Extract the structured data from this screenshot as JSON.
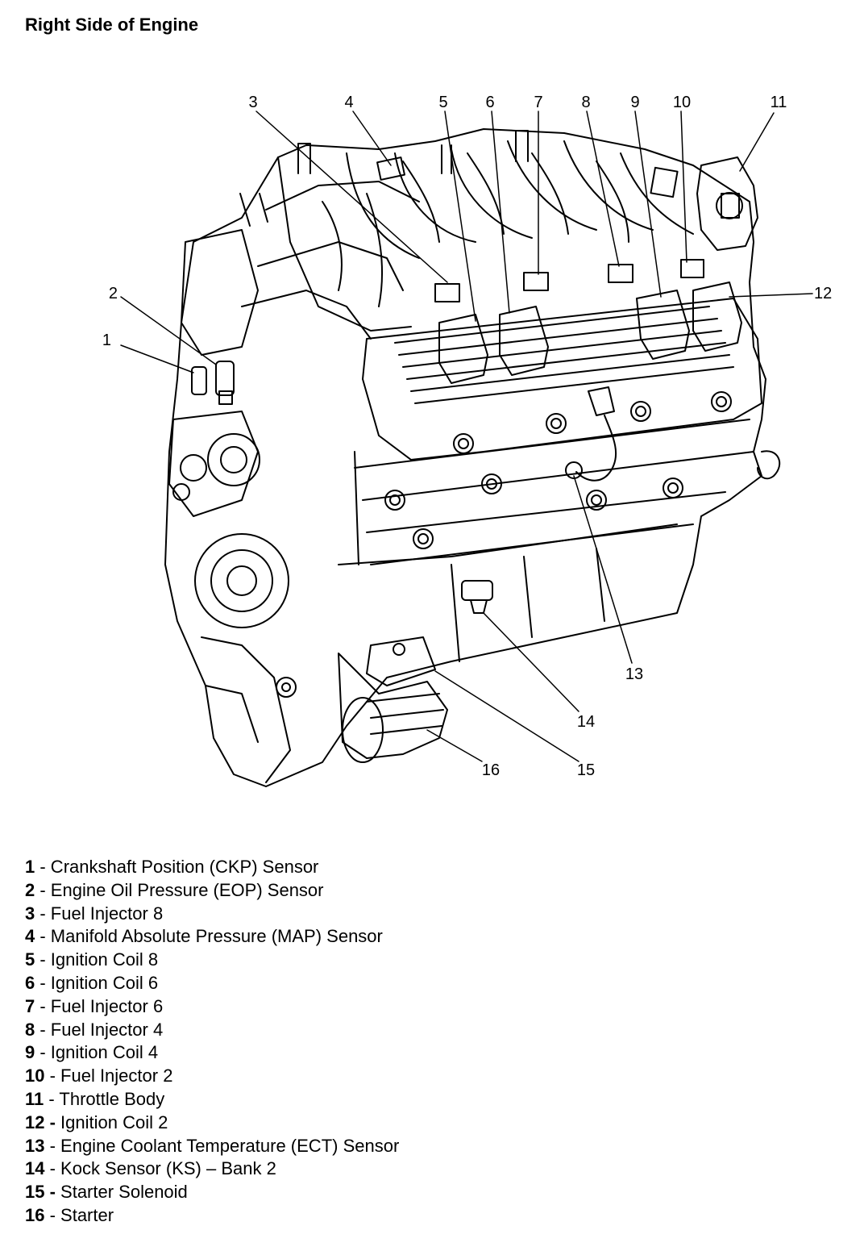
{
  "title": "Right Side of Engine",
  "callouts": [
    {
      "num": "1"
    },
    {
      "num": "2"
    },
    {
      "num": "3"
    },
    {
      "num": "4"
    },
    {
      "num": "5"
    },
    {
      "num": "6"
    },
    {
      "num": "7"
    },
    {
      "num": "8"
    },
    {
      "num": "9"
    },
    {
      "num": "10"
    },
    {
      "num": "11"
    },
    {
      "num": "12"
    },
    {
      "num": "13"
    },
    {
      "num": "14"
    },
    {
      "num": "15"
    },
    {
      "num": "16"
    }
  ],
  "legend": [
    {
      "num": "1",
      "text": " - Crankshaft Position (CKP) Sensor"
    },
    {
      "num": "2",
      "text": " - Engine Oil Pressure (EOP) Sensor"
    },
    {
      "num": "3",
      "text": " - Fuel Injector 8"
    },
    {
      "num": "4",
      "text": " - Manifold Absolute Pressure (MAP) Sensor"
    },
    {
      "num": "5",
      "text": " - Ignition Coil 8"
    },
    {
      "num": "6",
      "text": " - Ignition Coil 6"
    },
    {
      "num": "7",
      "text": " - Fuel Injector 6"
    },
    {
      "num": "8",
      "text": " - Fuel Injector 4"
    },
    {
      "num": "9",
      "text": " - Ignition Coil 4"
    },
    {
      "num": "10",
      "text": " - Fuel Injector 2"
    },
    {
      "num": "11",
      "text": " - Throttle Body"
    },
    {
      "num": "12 -",
      "text": " Ignition Coil 2"
    },
    {
      "num": "13",
      "text": " - Engine Coolant Temperature (ECT) Sensor"
    },
    {
      "num": "14",
      "text": " - Kock Sensor (KS) – Bank 2"
    },
    {
      "num": "15 -",
      "text": " Starter Solenoid"
    },
    {
      "num": "16",
      "text": " - Starter"
    }
  ]
}
